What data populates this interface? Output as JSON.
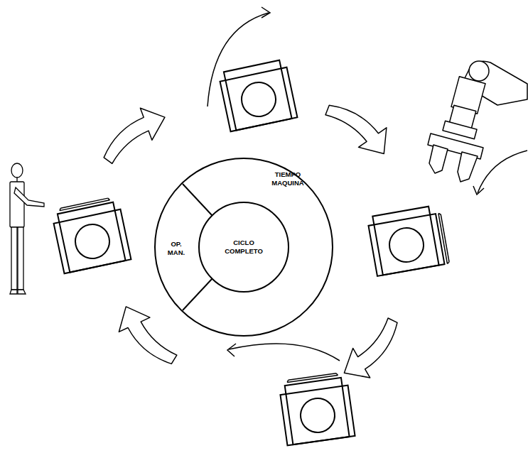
{
  "diagram": {
    "nodes": [
      {
        "text": [
          "TIEMPO MAQUINA"
        ]
      },
      {
        "text": [
          "OP. MAN."
        ]
      },
      {
        "text": [
          "CICLO COMPLETO"
        ]
      }
    ]
  }
}
